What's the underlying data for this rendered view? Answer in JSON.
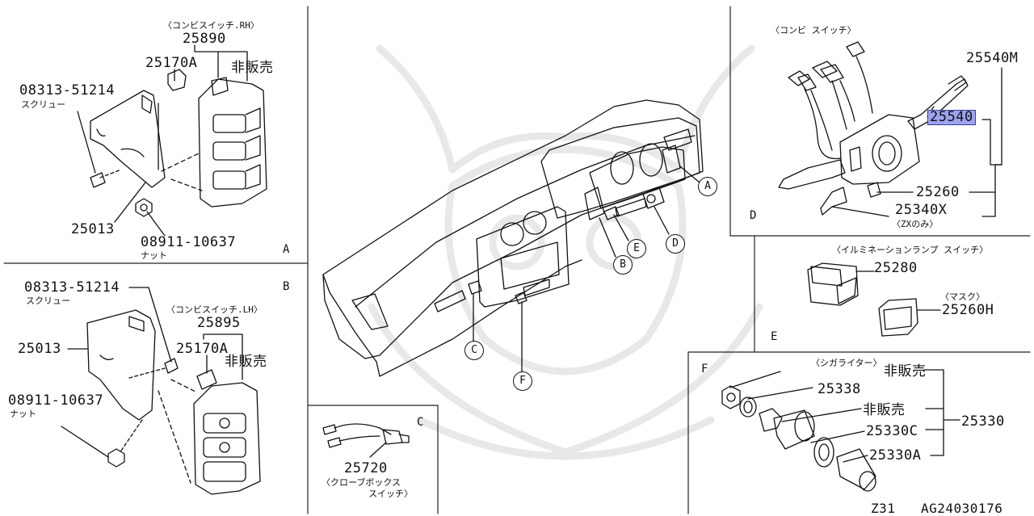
{
  "footer": {
    "model": "Z31",
    "code": "AG24030176"
  },
  "panel_a": {
    "letter": "A",
    "combi_rh_note": "〈コンビスイッチ.RH〉",
    "combi_rh_part": "25890",
    "part_25170a": "25170A",
    "not_sold": "非販売",
    "screw_part": "08313-51214",
    "screw_name": "スクリュー",
    "bracket_part": "25013",
    "nut_part": "08911-10637",
    "nut_name": "ナット"
  },
  "panel_b": {
    "letter": "B",
    "screw_part": "08313-51214",
    "screw_name": "スクリュー",
    "combi_lh_note": "〈コンビスイッチ.LH〉",
    "combi_lh_part": "25895",
    "bracket_part": "25013",
    "part_25170a": "25170A",
    "not_sold": "非販売",
    "nut_part": "08911-10637",
    "nut_name": "ナット"
  },
  "panel_c": {
    "letter": "C",
    "part": "25720",
    "note_line1": "〈クローブボックス",
    "note_line2": "スイッチ〉"
  },
  "panel_d": {
    "letter": "D",
    "combi_note": "〈コンビ スイッチ〉",
    "part_25540m": "25540M",
    "part_25540": "25540",
    "part_25260": "25260",
    "part_25340x": "25340X",
    "zx_only": "〈ZXのみ〉"
  },
  "panel_e": {
    "letter": "E",
    "illum_note": "〈イルミネーションランプ スイッチ〉",
    "part_25280": "25280",
    "mask_note": "〈マスク〉",
    "part_25260h": "25260H"
  },
  "panel_f": {
    "letter": "F",
    "cigar_note": "〈シガライター〉",
    "not_sold_1": "非販売",
    "part_25338": "25338",
    "not_sold_2": "非販売",
    "part_25330c": "25330C",
    "part_25330": "25330",
    "part_25330a": "25330A"
  },
  "callouts": [
    "A",
    "B",
    "C",
    "D",
    "E",
    "F"
  ]
}
